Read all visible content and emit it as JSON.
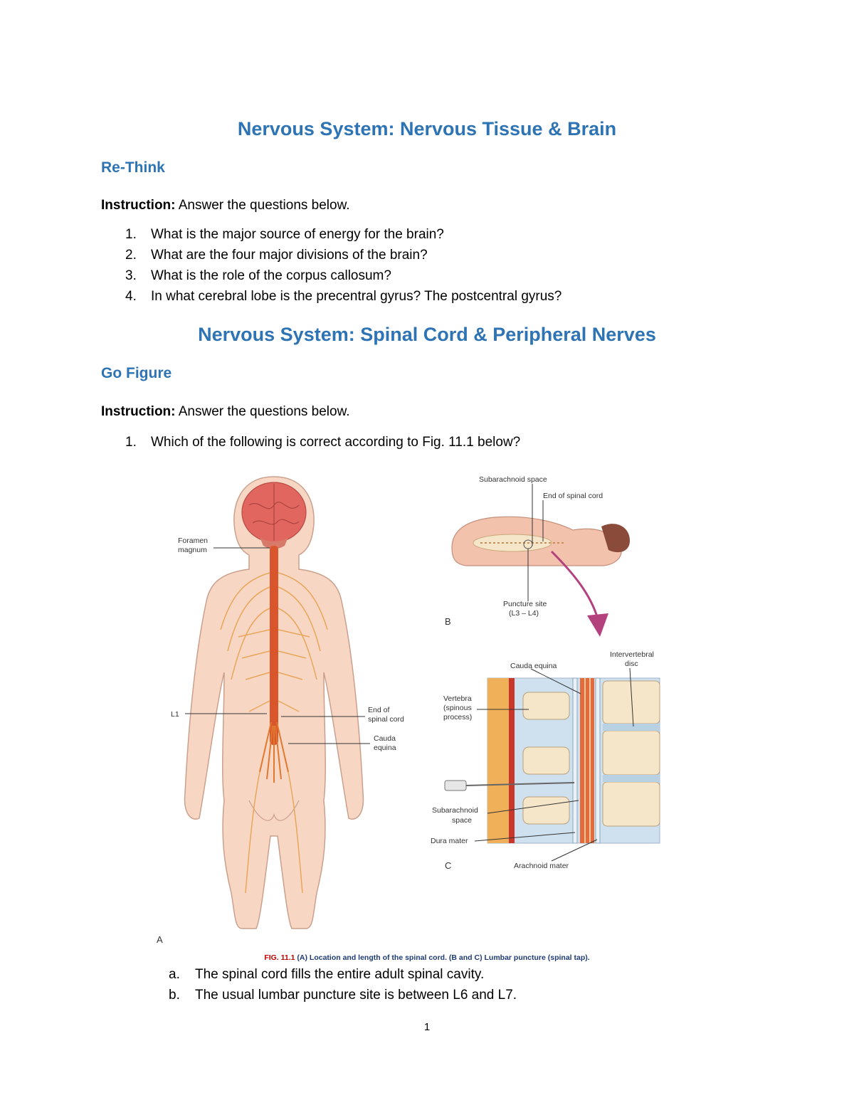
{
  "section1": {
    "title": "Nervous System: Nervous Tissue & Brain",
    "subheading": "Re-Think",
    "instruction_label": "Instruction:",
    "instruction_text": " Answer the questions below.",
    "questions": [
      {
        "num": "1.",
        "text": "What is the major source of energy for the brain?"
      },
      {
        "num": "2.",
        "text": "What are the four major divisions of the brain?"
      },
      {
        "num": "3.",
        "text": "What is the role of the corpus callosum?"
      },
      {
        "num": "4.",
        "text": "In what cerebral lobe is the precentral gyrus? The postcentral gyrus?"
      }
    ]
  },
  "section2": {
    "title": "Nervous System: Spinal Cord & Peripheral Nerves",
    "subheading": "Go Figure",
    "instruction_label": "Instruction:",
    "instruction_text": " Answer the questions below.",
    "questions": [
      {
        "num": "1.",
        "text": "Which of the following is correct according to Fig. 11.1 below?"
      }
    ],
    "answers": [
      {
        "num": "a.",
        "text": "The spinal cord fills the entire adult spinal cavity."
      },
      {
        "num": "b.",
        "text": "The usual lumbar puncture site is between L6 and L7."
      }
    ]
  },
  "figure": {
    "panel_a": {
      "letter": "A",
      "foramen_1": "Foramen",
      "foramen_2": "magnum",
      "l1": "L1",
      "end_cord_1": "End of",
      "end_cord_2": "spinal cord",
      "cauda_1": "Cauda",
      "cauda_2": "equina"
    },
    "panel_b": {
      "letter": "B",
      "subarachnoid": "Subarachnoid space",
      "end_cord": "End of spinal cord",
      "puncture_1": "Puncture site",
      "puncture_2": "(L3 – L4)"
    },
    "panel_c": {
      "letter": "C",
      "cauda": "Cauda equina",
      "disc_1": "Intervertebral",
      "disc_2": "disc",
      "vertebra_1": "Vertebra",
      "vertebra_2": "(spinous",
      "vertebra_3": "process)",
      "subarach_1": "Subarachnoid",
      "subarach_2": "space",
      "dura": "Dura mater",
      "arachnoid": "Arachnoid mater"
    },
    "caption_fig": "FIG. 11.1",
    "caption_text": "  (A) Location and length of the spinal cord. (B and C) Lumbar puncture (spinal tap)."
  },
  "page_number": "1",
  "colors": {
    "heading_blue": "#2e74b5",
    "skin": "#f7d7c4",
    "nerve": "#e9a55a",
    "cord": "#d9552b",
    "brain": "#e0665f"
  }
}
